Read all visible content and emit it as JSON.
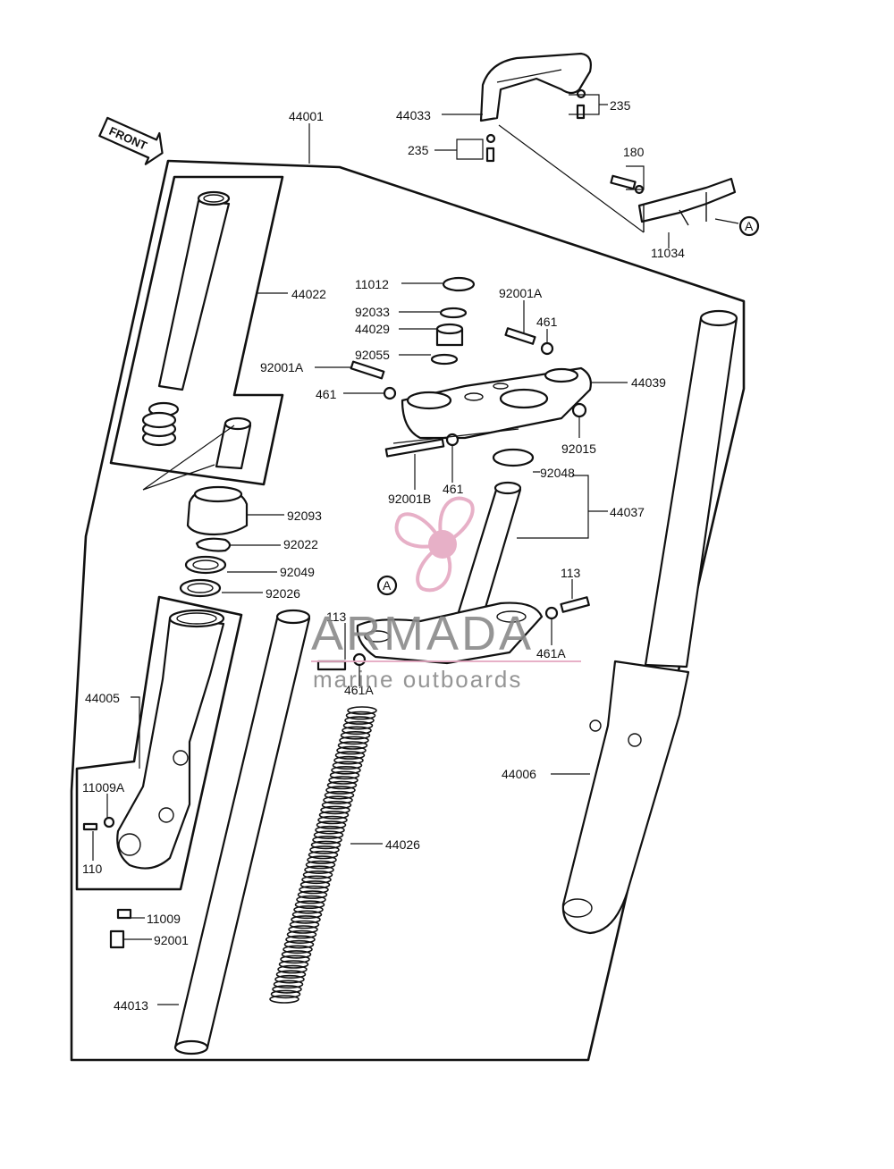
{
  "front_arrow": "FRONT",
  "callout_ref": "A",
  "parts": {
    "p44001": "44001",
    "p44033": "44033",
    "p235_top": "235",
    "p235_bottom": "235",
    "p180": "180",
    "p11034": "11034",
    "p44022": "44022",
    "p11012": "11012",
    "p92033": "92033",
    "p44029": "44029",
    "p92055": "92055",
    "p92001A_top": "92001A",
    "p461_top": "461",
    "p92001A_left": "92001A",
    "p461_left": "461",
    "p44039": "44039",
    "p92015": "92015",
    "p92001B": "92001B",
    "p461_mid": "461",
    "p92048": "92048",
    "p44037": "44037",
    "p92093": "92093",
    "p92022": "92022",
    "p92049": "92049",
    "p92026": "92026",
    "p113_right": "113",
    "p113_left": "113",
    "p461A_right": "461A",
    "p461A_left": "461A",
    "p44005": "44005",
    "p44006": "44006",
    "p11009A": "11009A",
    "p110": "110",
    "p44026": "44026",
    "p11009": "11009",
    "p92001": "92001",
    "p44013": "44013"
  },
  "watermark": {
    "brand": "ARMADA",
    "tagline": "marine outboards",
    "accent_color": "#e5a8c2",
    "text_color": "#8a8a8a"
  }
}
